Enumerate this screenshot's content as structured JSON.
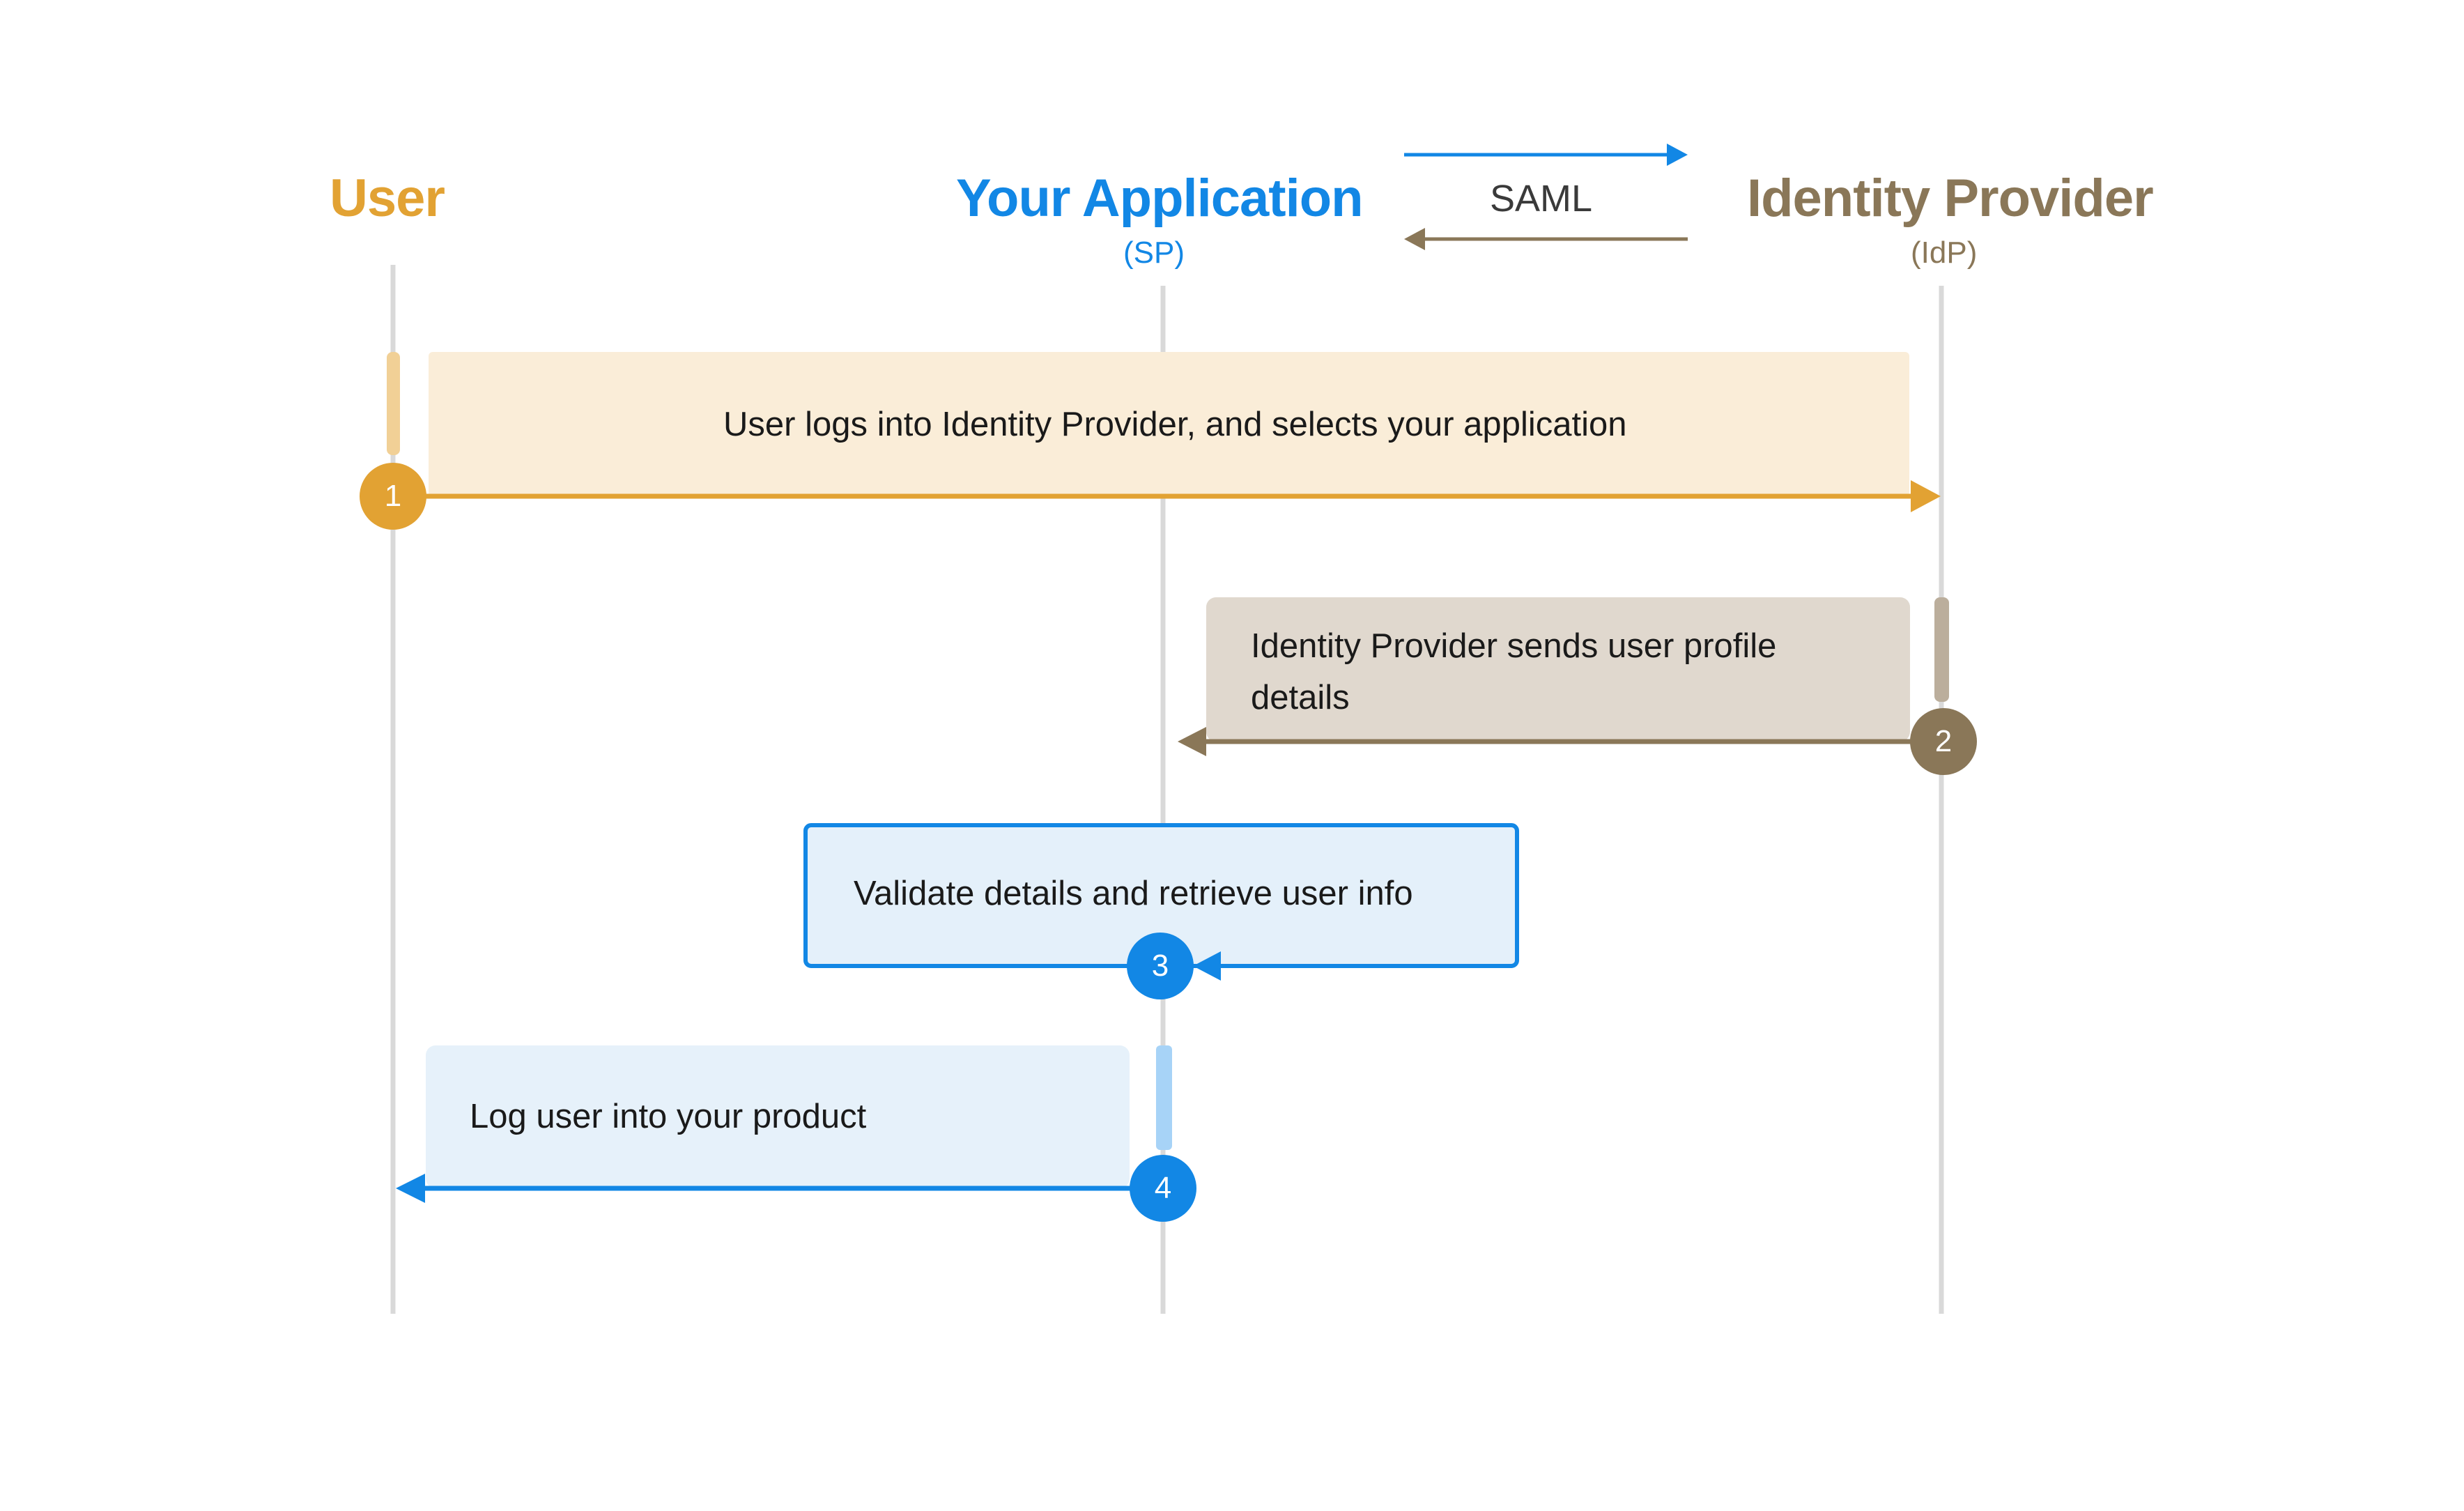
{
  "colors": {
    "user": "#E2A233",
    "app": "#1287E5",
    "idp": "#8A7758",
    "lifeline": "#D9D9D9",
    "step1_box": "#FAEDD8",
    "step2_box": "#E0D8CE",
    "step3_box": "#E4F0FA",
    "step4_box": "#E6F1FA",
    "text": "#1A1A1A"
  },
  "actors": {
    "user": {
      "title": "User"
    },
    "app": {
      "title": "Your Application",
      "subtitle": "(SP)"
    },
    "idp": {
      "title": "Identity Provider",
      "subtitle": "(IdP)"
    }
  },
  "legend": {
    "label": "SAML"
  },
  "steps": [
    {
      "number": "1",
      "text": "User logs into Identity Provider, and selects your application"
    },
    {
      "number": "2",
      "text_line1": "Identity Provider sends user profile",
      "text_line2": "details"
    },
    {
      "number": "3",
      "text": "Validate details and retrieve user info"
    },
    {
      "number": "4",
      "text": "Log user into your product"
    }
  ]
}
